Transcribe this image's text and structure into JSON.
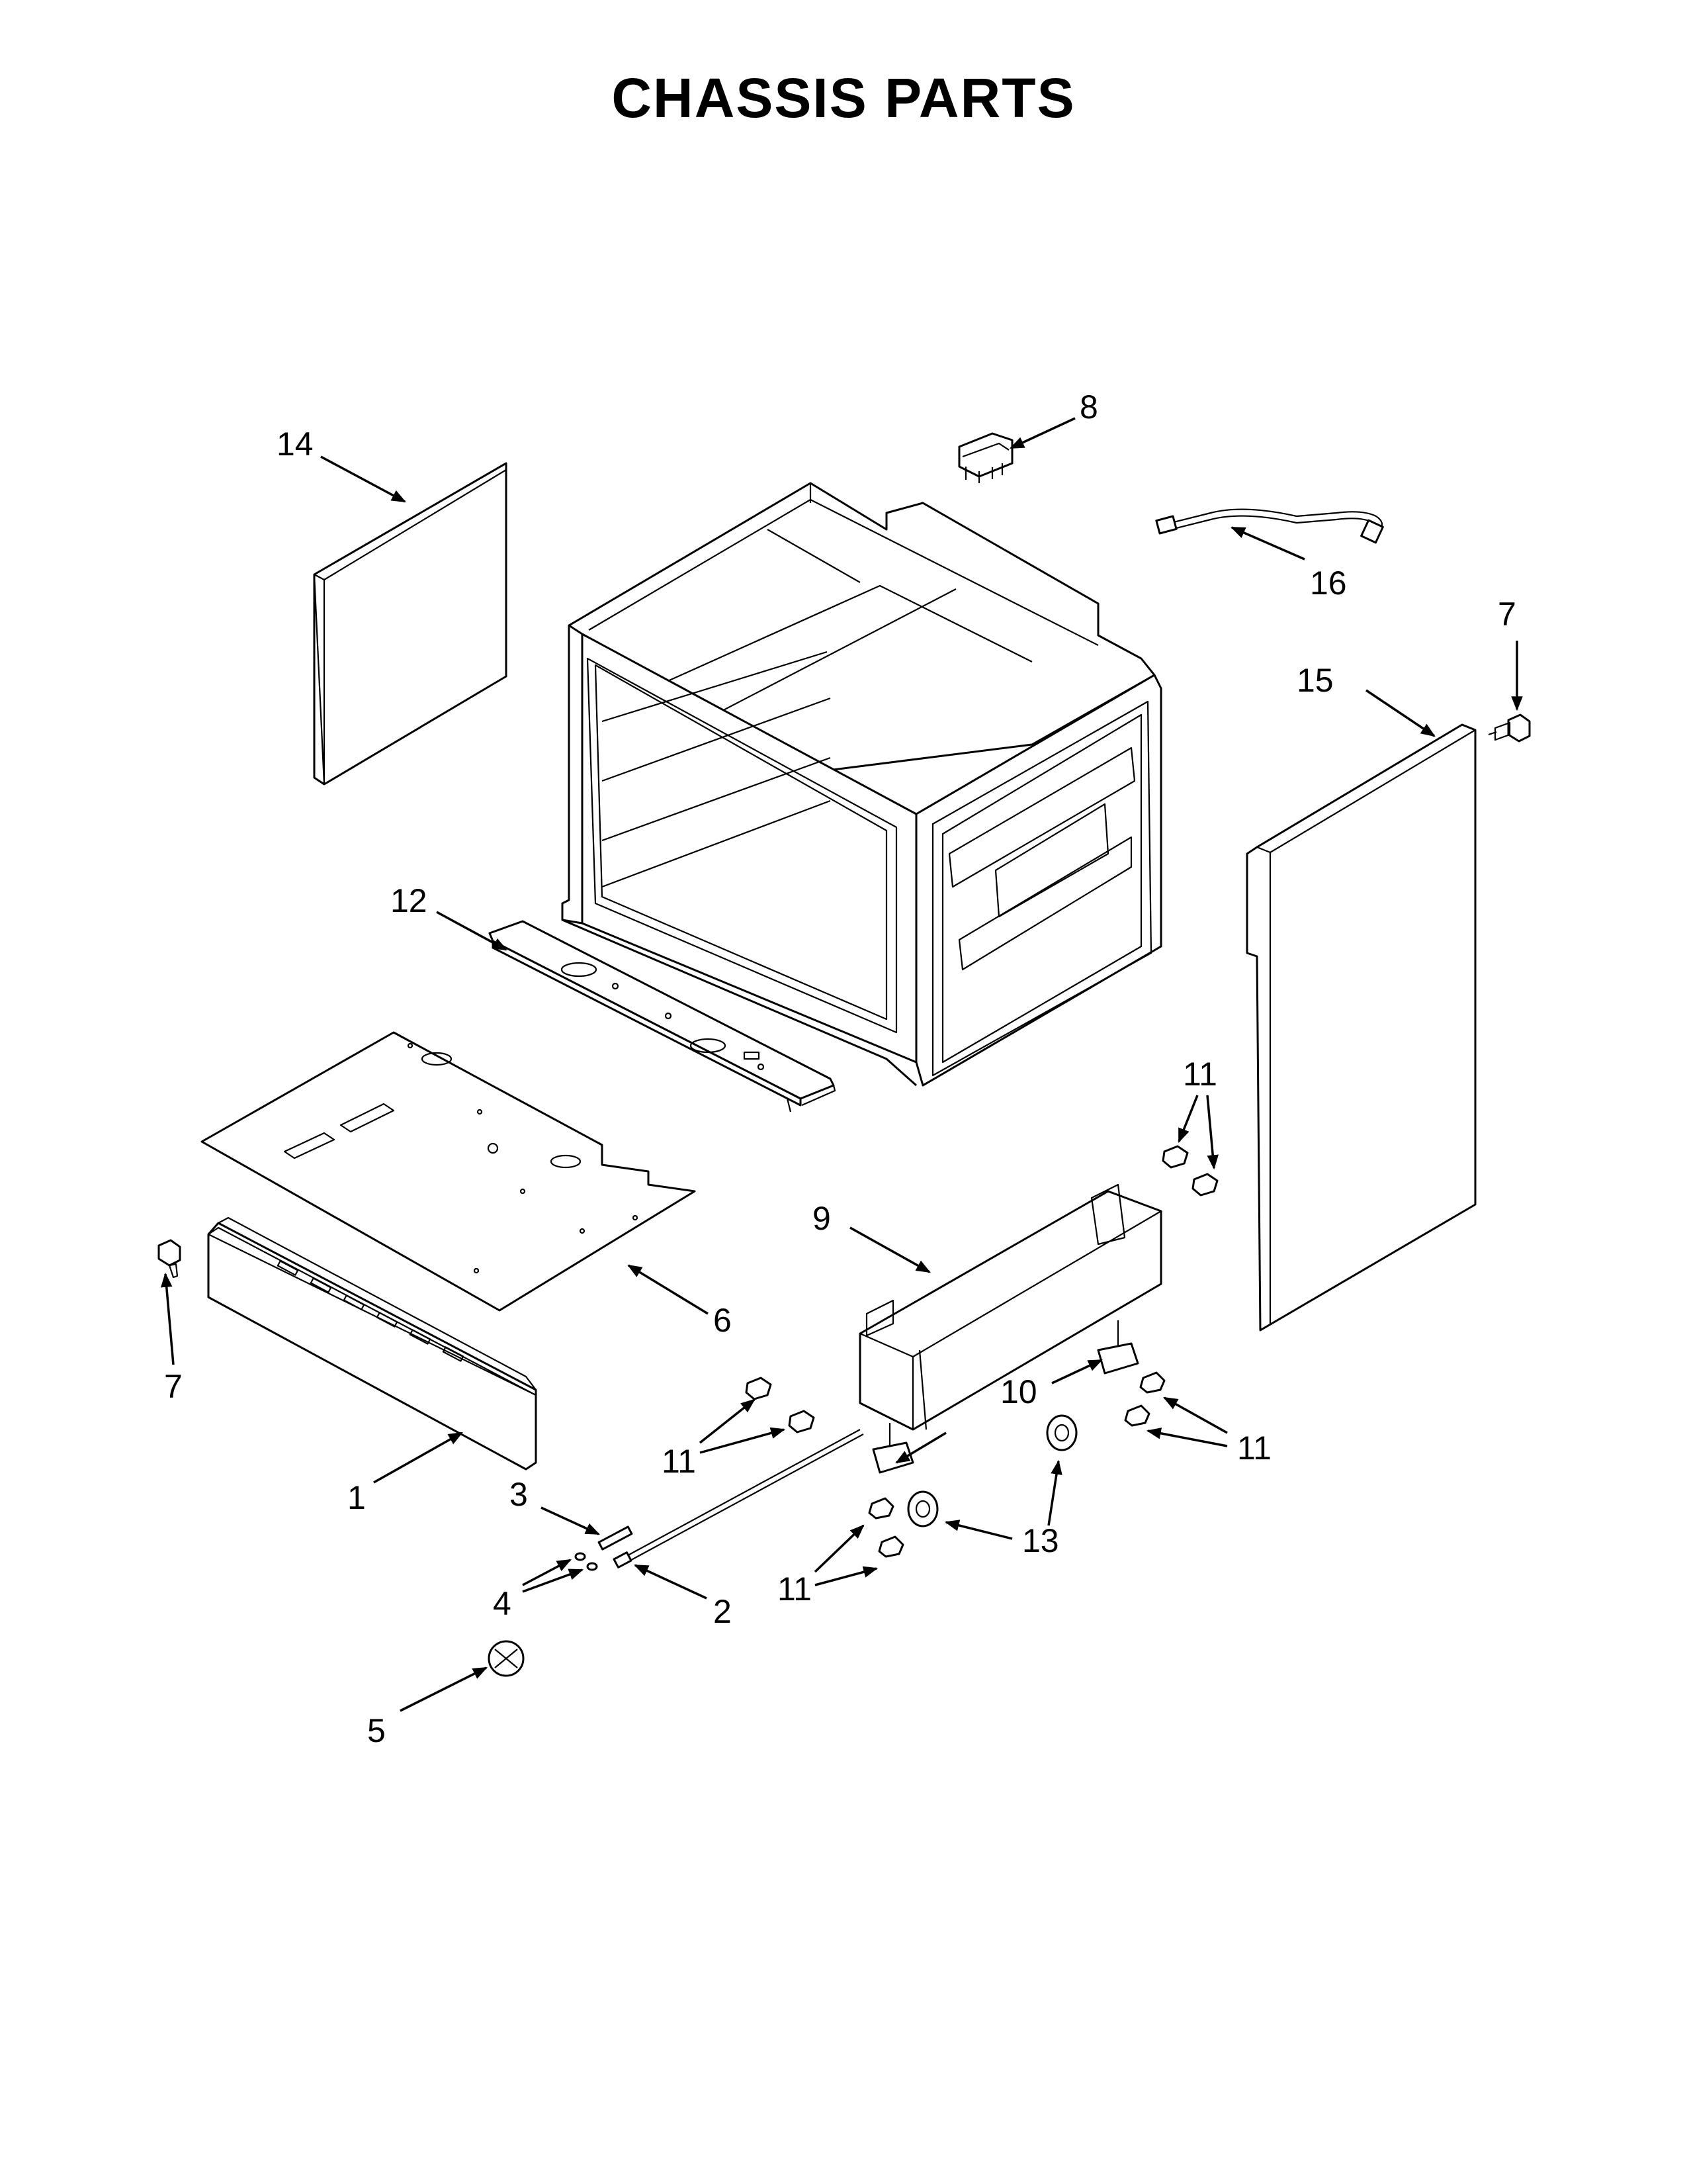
{
  "title": "CHASSIS PARTS",
  "callouts": {
    "c1": "1",
    "c2": "2",
    "c3": "3",
    "c4": "4",
    "c5": "5",
    "c6": "6",
    "c7a": "7",
    "c7b": "7",
    "c8": "8",
    "c9": "9",
    "c10": "10",
    "c11a": "11",
    "c11b": "11",
    "c11c": "11",
    "c11d": "11",
    "c12": "12",
    "c13": "13",
    "c14": "14",
    "c15": "15",
    "c16": "16"
  }
}
